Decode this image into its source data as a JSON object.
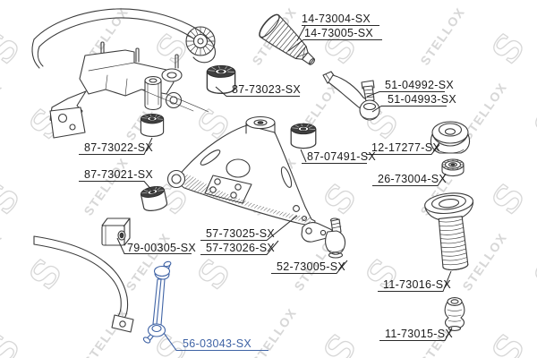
{
  "watermark": {
    "text": "STELLOX",
    "logo_char": "S"
  },
  "colors": {
    "selected": "#3f63a5",
    "line": "#3c3c3c",
    "label": "#1c1c1c",
    "watermark": "#d7d7d7"
  },
  "labels": {
    "boot_a": "14-73004-SX",
    "boot_b": "14-73005-SX",
    "bushing_front": "87-73023-SX",
    "tierod_a": "51-04992-SX",
    "tierod_b": "51-04993-SX",
    "strut_mount": "12-17277-SX",
    "arm_rear_bushing": "87-07491-SX",
    "bearing": "26-73004-SX",
    "bushing_22": "87-73022-SX",
    "bushing_21": "87-73021-SX",
    "stab_bushing": "79-00305-SX",
    "arm_a": "57-73025-SX",
    "arm_b": "57-73026-SX",
    "ball_joint": "52-73005-SX",
    "dust_boot": "11-73016-SX",
    "bump_stop": "11-73015-SX",
    "stab_link": "56-03043-SX"
  }
}
